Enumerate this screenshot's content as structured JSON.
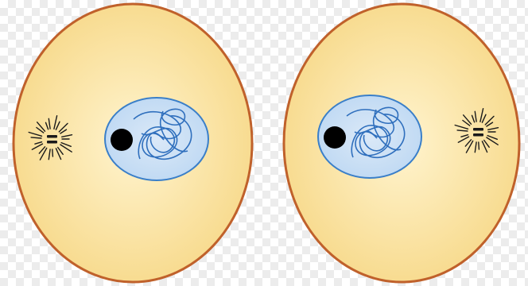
{
  "diagram": {
    "cells": [
      {
        "id": "left-cell",
        "centrosome_side": "left"
      },
      {
        "id": "right-cell",
        "centrosome_side": "right"
      }
    ]
  },
  "colors": {
    "cytoplasm_outer": "#f7d98a",
    "cytoplasm_inner": "#fff4cf",
    "cell_membrane": "#c0612b",
    "nucleus_fill": "#bcd7f2",
    "nucleus_inner": "#dbe9f8",
    "nucleus_border": "#3a7fc9",
    "chromatin": "#2f6fbd",
    "nucleolus": "#000000",
    "centrosome": "#1a1a1a"
  }
}
